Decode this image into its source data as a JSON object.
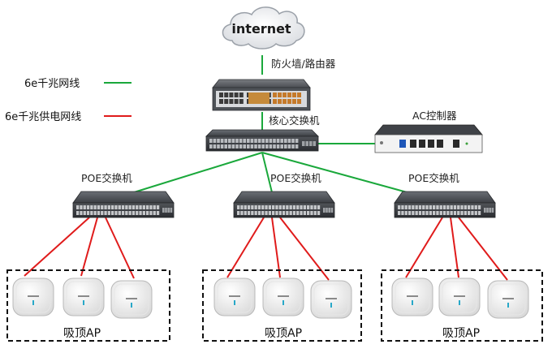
{
  "legend": {
    "items": [
      {
        "label": "6e千兆网线",
        "color": "#1aa83b"
      },
      {
        "label": "6e千兆供电网线",
        "color": "#e01b1b"
      }
    ]
  },
  "cloud": {
    "label": "internet"
  },
  "nodes": {
    "firewall": {
      "label": "防火墙/路由器"
    },
    "core": {
      "label": "核心交换机"
    },
    "ac": {
      "label": "AC控制器"
    },
    "poe": [
      {
        "label": "POE交换机"
      },
      {
        "label": "POE交换机"
      },
      {
        "label": "POE交换机"
      }
    ]
  },
  "ap_groups": [
    {
      "label": "吸顶AP",
      "ap_count": 3
    },
    {
      "label": "吸顶AP",
      "ap_count": 3
    },
    {
      "label": "吸顶AP",
      "ap_count": 3
    }
  ],
  "colors": {
    "network_cable": "#1aa83b",
    "poe_cable": "#e01b1b",
    "device_dark": "#3a3d42",
    "ap_body": "#f2f2f2"
  },
  "icons": {
    "cloud": "cloud-icon",
    "firewall": "router-icon",
    "switch": "switch-icon",
    "ap": "access-point-icon"
  }
}
